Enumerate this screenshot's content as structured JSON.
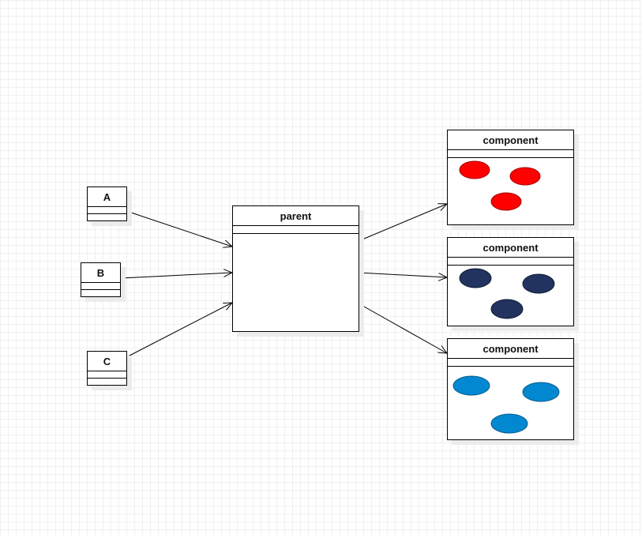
{
  "diagram": {
    "sources": [
      {
        "id": "A",
        "label": "A"
      },
      {
        "id": "B",
        "label": "B"
      },
      {
        "id": "C",
        "label": "C"
      }
    ],
    "parent": {
      "label": "parent"
    },
    "components": [
      {
        "label": "component",
        "fill": "#ff0000",
        "stroke": "#a30000"
      },
      {
        "label": "component",
        "fill": "#22335f",
        "stroke": "#0f1a33"
      },
      {
        "label": "component",
        "fill": "#0288d1",
        "stroke": "#015a8a"
      }
    ],
    "edges": [
      {
        "from": "A",
        "to": "parent"
      },
      {
        "from": "B",
        "to": "parent"
      },
      {
        "from": "C",
        "to": "parent"
      },
      {
        "from": "parent",
        "to": "component-1"
      },
      {
        "from": "parent",
        "to": "component-2"
      },
      {
        "from": "parent",
        "to": "component-3"
      }
    ]
  }
}
